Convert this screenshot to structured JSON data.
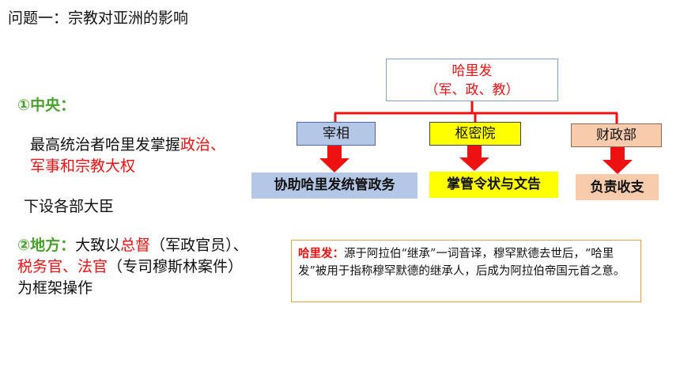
{
  "slide_title": "问题一：宗教对亚洲的影响",
  "central": {
    "heading": "①中央：",
    "line1_a": "最高统治者哈里发掌握",
    "line1_b": "政治、",
    "line2": "军事和宗教大权",
    "line3": "下设各部大臣"
  },
  "local": {
    "heading": "②地方：",
    "p1": "大致以",
    "p2": "总督",
    "p3": "（军政官员）、",
    "p4": "税务官、法官",
    "p5": "（专司穆斯林案件）",
    "p6": "为框架操作"
  },
  "diagram": {
    "root_line1": "哈里发",
    "root_line2": "（军、政、教）",
    "nodes": [
      {
        "label": "宰相",
        "result": "协助哈里发统管政务",
        "color": "#b4c7e7",
        "result_color": "#b4c7e7"
      },
      {
        "label": "枢密院",
        "result": "掌管令状与文告",
        "color": "#ffff00",
        "result_color": "#ffff00"
      },
      {
        "label": "财政部",
        "result": "负责收支",
        "color": "#f8cbad",
        "result_color": "#f8cbad"
      }
    ],
    "connector_color": "#ee1111"
  },
  "note": {
    "head": "哈里发：",
    "text": "源于阿拉伯“继承”一词音译，穆罕默德去世后，“哈里发”被用于指称穆罕默德的继承人，后成为阿拉伯帝国元首之意。"
  }
}
